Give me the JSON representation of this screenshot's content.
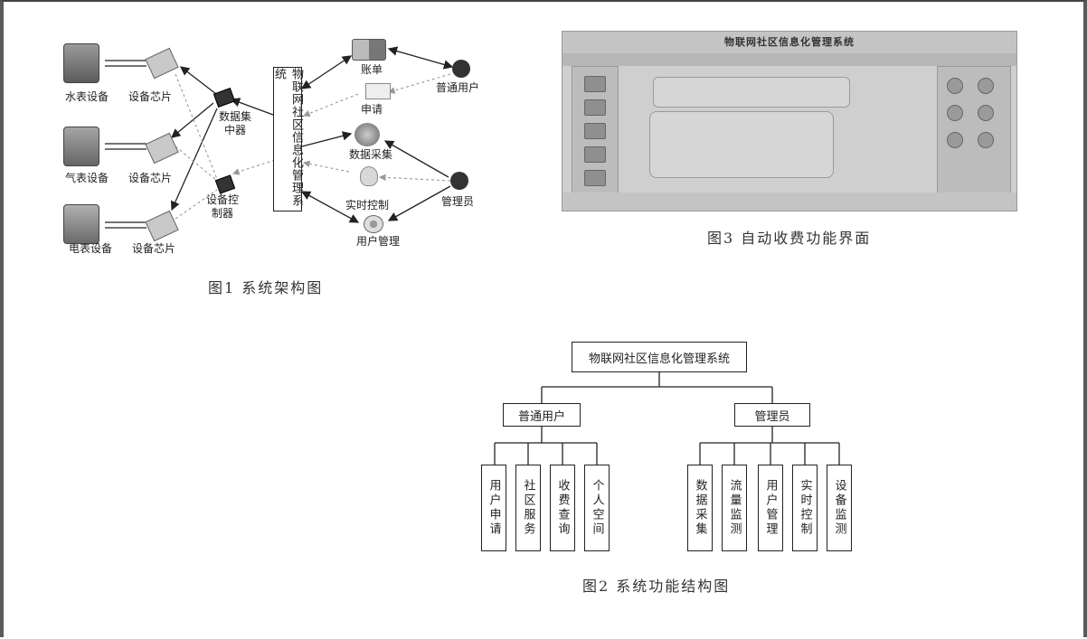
{
  "figure1": {
    "caption": "图1   系统架构图",
    "center_system": "物联网社区信息化管理系统",
    "devices": [
      "水表设备",
      "气表设备",
      "电表设备"
    ],
    "chips": [
      "设备芯片",
      "设备芯片",
      "设备芯片"
    ],
    "concentrator": "数据集中器",
    "controller": "设备控制器",
    "functions": [
      "账单",
      "申请",
      "数据采集",
      "实时控制",
      "用户管理"
    ],
    "roles": [
      "普通用户",
      "管理员"
    ]
  },
  "figure3": {
    "caption": "图3   自动收费功能界面",
    "screen_title": "物联网社区信息化管理系统"
  },
  "figure2": {
    "caption": "图2   系统功能结构图",
    "root": "物联网社区信息化管理系统",
    "branches": [
      {
        "label": "普通用户",
        "children": [
          "用户申请",
          "社区服务",
          "收费查询",
          "个人空间"
        ]
      },
      {
        "label": "管理员",
        "children": [
          "数据采集",
          "流量监测",
          "用户管理",
          "实时控制",
          "设备监测"
        ]
      }
    ]
  }
}
